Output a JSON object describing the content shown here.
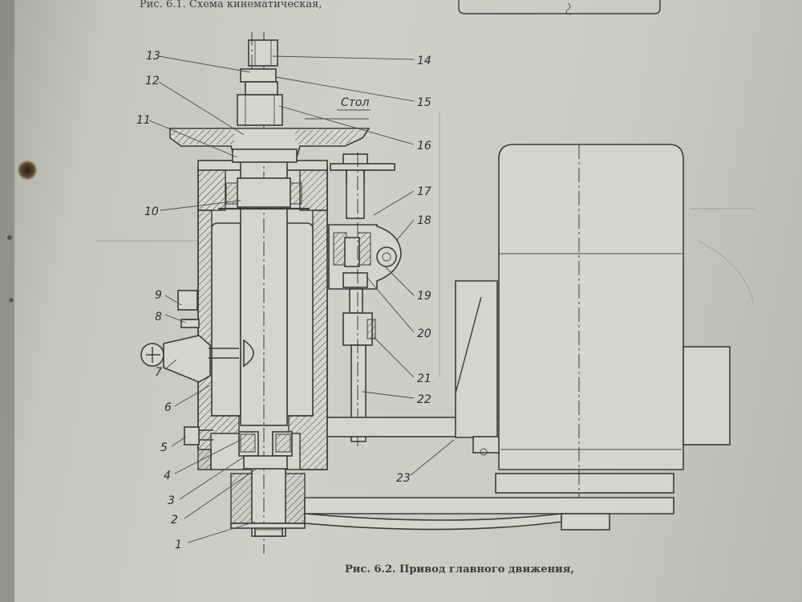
{
  "header": {
    "prev_caption": "Рис. 6.1. Схема кинематическая,"
  },
  "figure": {
    "caption": "Рис. 6.2. Привод главного движения,",
    "table_label": "Стол",
    "callouts": [
      "1",
      "2",
      "3",
      "4",
      "5",
      "6",
      "7",
      "8",
      "9",
      "10",
      "11",
      "12",
      "13",
      "14",
      "15",
      "16",
      "17",
      "18",
      "19",
      "20",
      "21",
      "22",
      "23"
    ]
  }
}
